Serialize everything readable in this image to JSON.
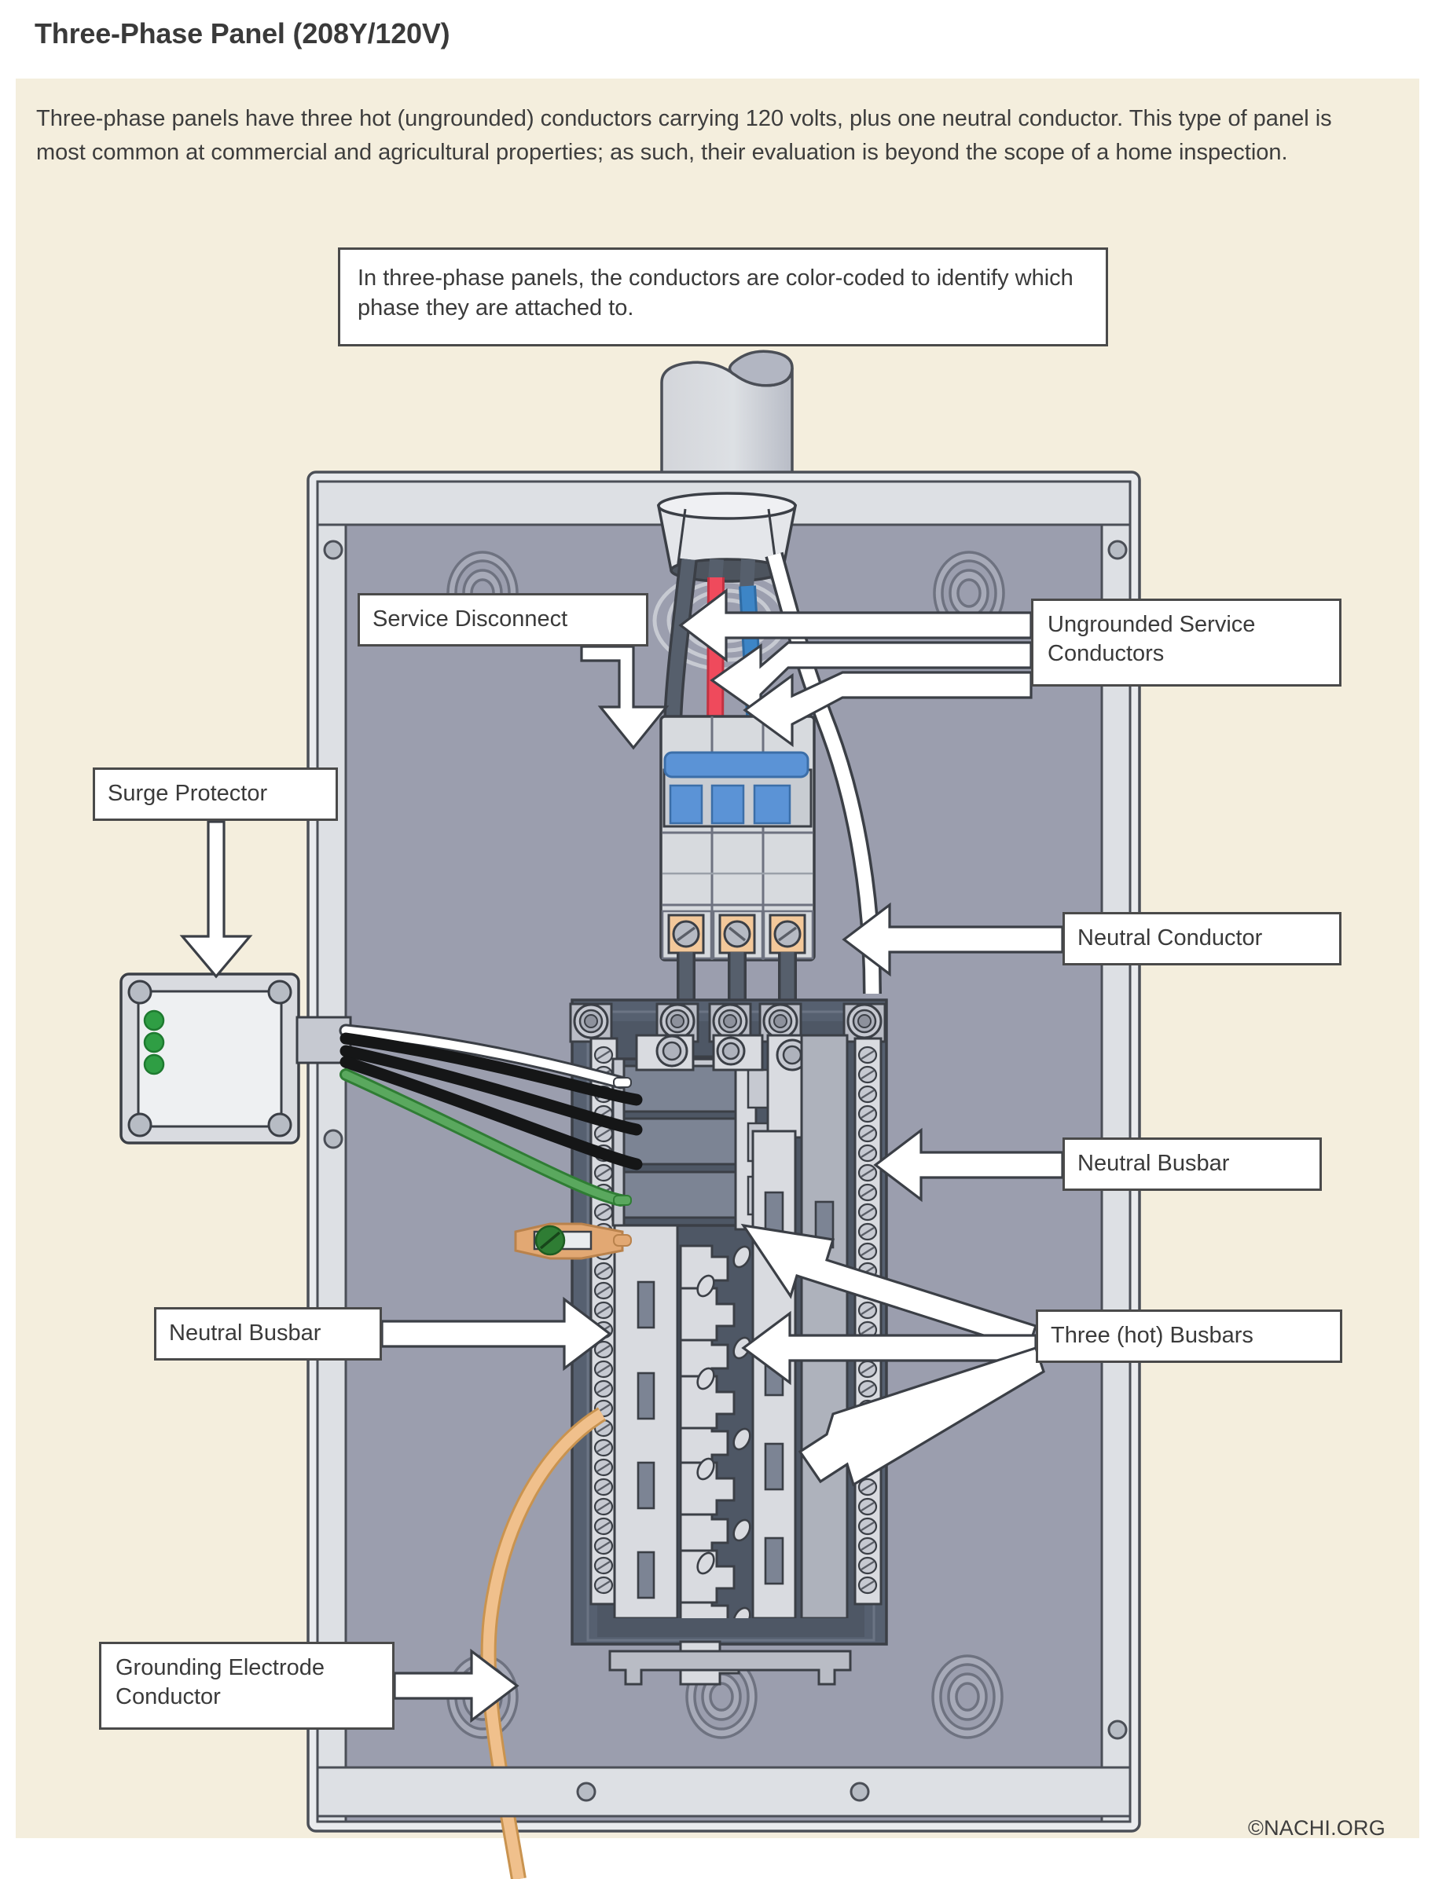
{
  "header": {
    "title": "Three-Phase Panel (208Y/120V)",
    "intro": "Three-phase panels have three hot (ungrounded) conductors carrying 120 volts, plus one neutral conductor. This type of panel is most common at commercial and agricultural properties; as such, their evaluation is beyond the scope of a home inspection."
  },
  "callouts": {
    "note": "In three-phase panels, the conductors are color-coded to identify which phase they are attached to.",
    "service_disconnect": "Service Disconnect",
    "ungrounded_service_conductors": "Ungrounded Service Conductors",
    "surge_protector": "Surge Protector",
    "neutral_conductor": "Neutral Conductor",
    "neutral_busbar_right": "Neutral Busbar",
    "neutral_busbar_left": "Neutral Busbar",
    "three_hot_busbars": "Three (hot) Busbars",
    "grounding_electrode_conductor": "Grounding Electrode Conductor"
  },
  "footer": {
    "watermark": "©NACHI.ORG"
  },
  "colors": {
    "page_background": "#ffffff",
    "body_background": "#f4eedd",
    "text": "#3a3a3a",
    "label_border": "#4a4a4a",
    "label_fill": "#ffffff",
    "enclosure_rim": "#dfe1e4",
    "enclosure_back": "#9b9eae",
    "deadfront": "#566070",
    "conductor_phase_a": "#565f6c",
    "conductor_phase_b": "#ef4a5c",
    "conductor_phase_c": "#3d85c6",
    "conductor_neutral": "#ffffff",
    "conductor_ground": "#4a9b4f",
    "grounding_electrode": "#edbd8a",
    "breaker_toggle": "#5b93d6",
    "terminal_lug": "#f3c89a",
    "led_green": "#2f9e44",
    "busbar_light": "#d9dbe0",
    "outline": "#3b3f46"
  },
  "diagram": {
    "title": "three-phase electrical service panel cutaway illustration",
    "components": [
      "service conduit entering top of enclosure",
      "service entrance fitting / weatherhead bushing",
      "three ungrounded (hot) service conductors: black, red, blue",
      "white grounded (neutral) service conductor",
      "three-pole service disconnect circuit breaker with ganged blue toggle",
      "three orange terminal lugs with slotted screws",
      "surge protector enclosure with three green indicator LEDs and four corner screws",
      "surge protector leads: white neutral, three black hots, one green equipment ground",
      "left neutral busbar with slotted screw terminals",
      "right neutral busbar with slotted screw terminals",
      "three hot busbars with stab connections",
      "main bonding jumper / bonding screw strap",
      "grounding electrode conductor exiting bottom knockout",
      "concentric knockouts on enclosure back and bottom",
      "enclosure mounting screws on rim and bottom flange"
    ]
  }
}
